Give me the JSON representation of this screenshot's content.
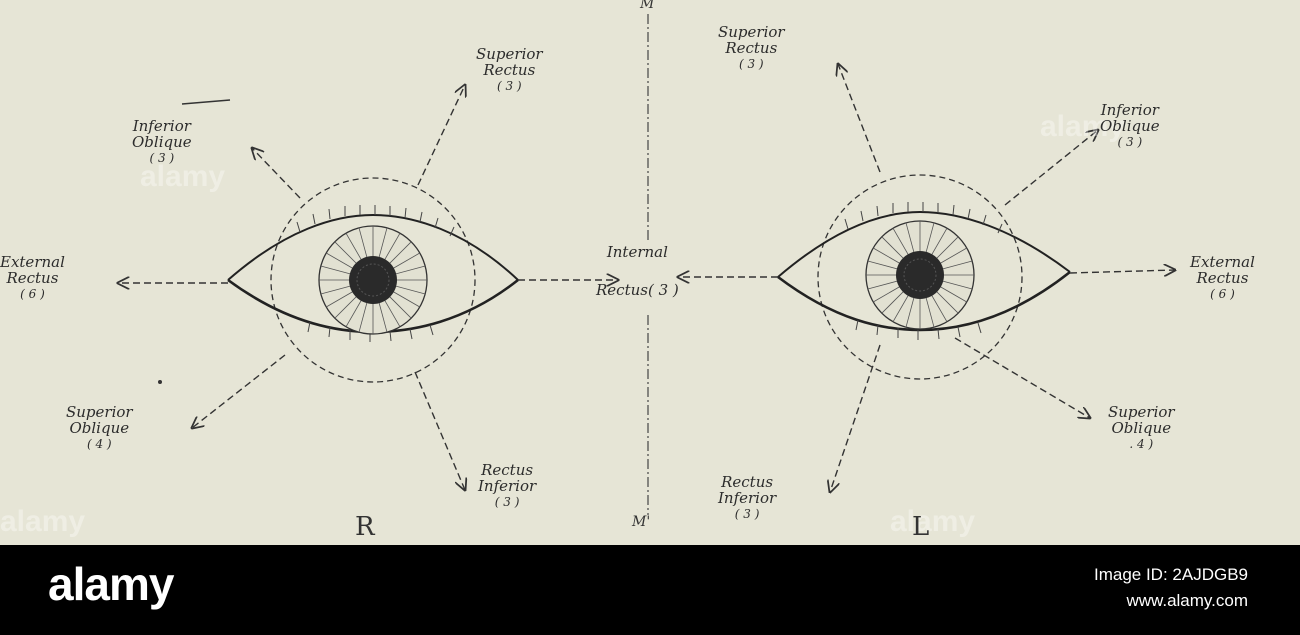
{
  "diagram": {
    "midline_top": "M",
    "midline_bottom": "M'",
    "right_eye": {
      "side_label": "R",
      "superior_rectus": {
        "name": "Superior",
        "name2": "Rectus",
        "nerve": "( 3 )"
      },
      "inferior_oblique": {
        "name": "Inferior",
        "name2": "Oblique",
        "nerve": "( 3 )"
      },
      "external_rectus": {
        "name": "External",
        "name2": "Rectus",
        "nerve": "( 6 )"
      },
      "superior_oblique": {
        "name": "Superior",
        "name2": "Oblique",
        "nerve": "( 4 )"
      },
      "rectus_inferior": {
        "name": "Rectus",
        "name2": "Inferior",
        "nerve": "( 3 )"
      }
    },
    "internal_rectus": {
      "name": "Internal",
      "name2": "Rectus( 3 )"
    },
    "left_eye": {
      "side_label": "L",
      "superior_rectus": {
        "name": "Superior",
        "name2": "Rectus",
        "nerve": "( 3 )"
      },
      "inferior_oblique": {
        "name": "Inferior",
        "name2": "Oblique",
        "nerve": "( 3 )"
      },
      "external_rectus": {
        "name": "External",
        "name2": "Rectus",
        "nerve": "( 6 )"
      },
      "superior_oblique": {
        "name": "Superior",
        "name2": "Oblique",
        "nerve": ". 4 )"
      },
      "rectus_inferior": {
        "name": "Rectus",
        "name2": "Inferior",
        "nerve": "( 3 )"
      }
    }
  },
  "watermark": "alamy",
  "footer": {
    "brand": "alamy",
    "image_id": "Image ID: 2AJDGB9",
    "url": "www.alamy.com"
  }
}
